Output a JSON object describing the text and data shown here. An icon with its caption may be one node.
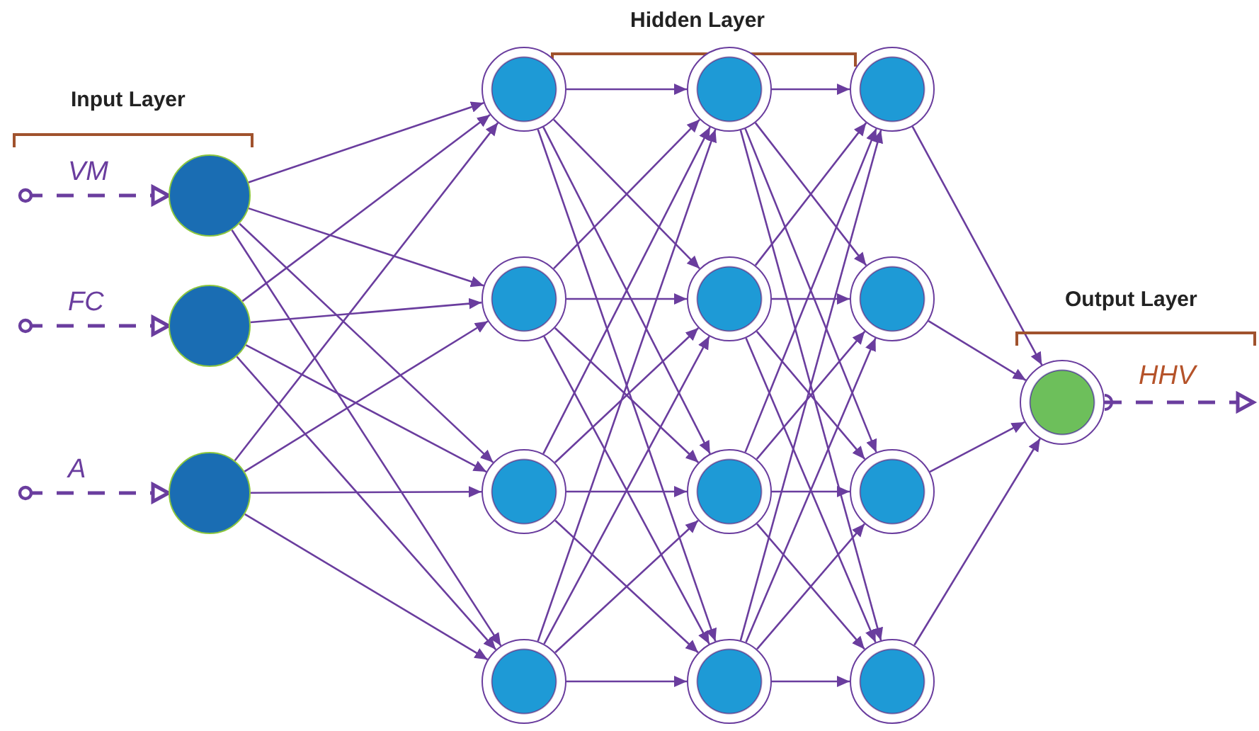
{
  "diagram": {
    "nodes": [
      {
        "text": [],
        "shape": "circle"
      },
      {
        "text": [],
        "shape": "circle"
      },
      {
        "text": [],
        "shape": "circle"
      },
      {
        "text": [],
        "shape": "circle"
      },
      {
        "text": [],
        "shape": "circle"
      },
      {
        "text": [],
        "shape": "circle"
      },
      {
        "text": [],
        "shape": "circle"
      },
      {
        "text": [],
        "shape": "circle"
      },
      {
        "text": [],
        "shape": "circle"
      },
      {
        "text": [],
        "shape": "circle"
      },
      {
        "text": [],
        "shape": "circle"
      },
      {
        "text": [],
        "shape": "circle"
      },
      {
        "text": [],
        "shape": "circle"
      },
      {
        "text": [],
        "shape": "circle"
      },
      {
        "text": [],
        "shape": "circle"
      },
      {
        "text": [],
        "shape": "circle"
      }
    ],
    "edges": [
      {
        "from": null,
        "to": 0,
        "arrow": "to",
        "label": "VM",
        "style": "dashed"
      },
      {
        "from": null,
        "to": 1,
        "arrow": "to",
        "label": "FC",
        "style": "dashed"
      },
      {
        "from": null,
        "to": 2,
        "arrow": "to",
        "label": "A",
        "style": "dashed"
      },
      {
        "from": 0,
        "to": 3,
        "arrow": "to"
      },
      {
        "from": 0,
        "to": 4,
        "arrow": "to"
      },
      {
        "from": 0,
        "to": 5,
        "arrow": "to"
      },
      {
        "from": 0,
        "to": 6,
        "arrow": "to"
      },
      {
        "from": 1,
        "to": 3,
        "arrow": "to"
      },
      {
        "from": 1,
        "to": 4,
        "arrow": "to"
      },
      {
        "from": 1,
        "to": 5,
        "arrow": "to"
      },
      {
        "from": 1,
        "to": 6,
        "arrow": "to"
      },
      {
        "from": 2,
        "to": 3,
        "arrow": "to"
      },
      {
        "from": 2,
        "to": 4,
        "arrow": "to"
      },
      {
        "from": 2,
        "to": 5,
        "arrow": "to"
      },
      {
        "from": 2,
        "to": 6,
        "arrow": "to"
      },
      {
        "from": 3,
        "to": 7,
        "arrow": "to"
      },
      {
        "from": 3,
        "to": 8,
        "arrow": "to"
      },
      {
        "from": 3,
        "to": 9,
        "arrow": "to"
      },
      {
        "from": 3,
        "to": 10,
        "arrow": "to"
      },
      {
        "from": 4,
        "to": 7,
        "arrow": "to"
      },
      {
        "from": 4,
        "to": 8,
        "arrow": "to"
      },
      {
        "from": 4,
        "to": 9,
        "arrow": "to"
      },
      {
        "from": 4,
        "to": 10,
        "arrow": "to"
      },
      {
        "from": 5,
        "to": 7,
        "arrow": "to"
      },
      {
        "from": 5,
        "to": 8,
        "arrow": "to"
      },
      {
        "from": 5,
        "to": 9,
        "arrow": "to"
      },
      {
        "from": 5,
        "to": 10,
        "arrow": "to"
      },
      {
        "from": 6,
        "to": 7,
        "arrow": "to"
      },
      {
        "from": 6,
        "to": 8,
        "arrow": "to"
      },
      {
        "from": 6,
        "to": 9,
        "arrow": "to"
      },
      {
        "from": 6,
        "to": 10,
        "arrow": "to"
      },
      {
        "from": 7,
        "to": 11,
        "arrow": "to"
      },
      {
        "from": 7,
        "to": 12,
        "arrow": "to"
      },
      {
        "from": 7,
        "to": 13,
        "arrow": "to"
      },
      {
        "from": 7,
        "to": 14,
        "arrow": "to"
      },
      {
        "from": 8,
        "to": 11,
        "arrow": "to"
      },
      {
        "from": 8,
        "to": 12,
        "arrow": "to"
      },
      {
        "from": 8,
        "to": 13,
        "arrow": "to"
      },
      {
        "from": 8,
        "to": 14,
        "arrow": "to"
      },
      {
        "from": 9,
        "to": 11,
        "arrow": "to"
      },
      {
        "from": 9,
        "to": 12,
        "arrow": "to"
      },
      {
        "from": 9,
        "to": 13,
        "arrow": "to"
      },
      {
        "from": 9,
        "to": 14,
        "arrow": "to"
      },
      {
        "from": 10,
        "to": 11,
        "arrow": "to"
      },
      {
        "from": 10,
        "to": 12,
        "arrow": "to"
      },
      {
        "from": 10,
        "to": 13,
        "arrow": "to"
      },
      {
        "from": 10,
        "to": 14,
        "arrow": "to"
      },
      {
        "from": 11,
        "to": 15,
        "arrow": "to"
      },
      {
        "from": 12,
        "to": 15,
        "arrow": "to"
      },
      {
        "from": 13,
        "to": 15,
        "arrow": "to"
      },
      {
        "from": 14,
        "to": 15,
        "arrow": "to"
      },
      {
        "from": 15,
        "to": null,
        "arrow": "to",
        "label": "HHV",
        "style": "dashed"
      }
    ],
    "labels": [
      "Input Layer",
      "Hidden Layer",
      "Output Layer"
    ]
  }
}
